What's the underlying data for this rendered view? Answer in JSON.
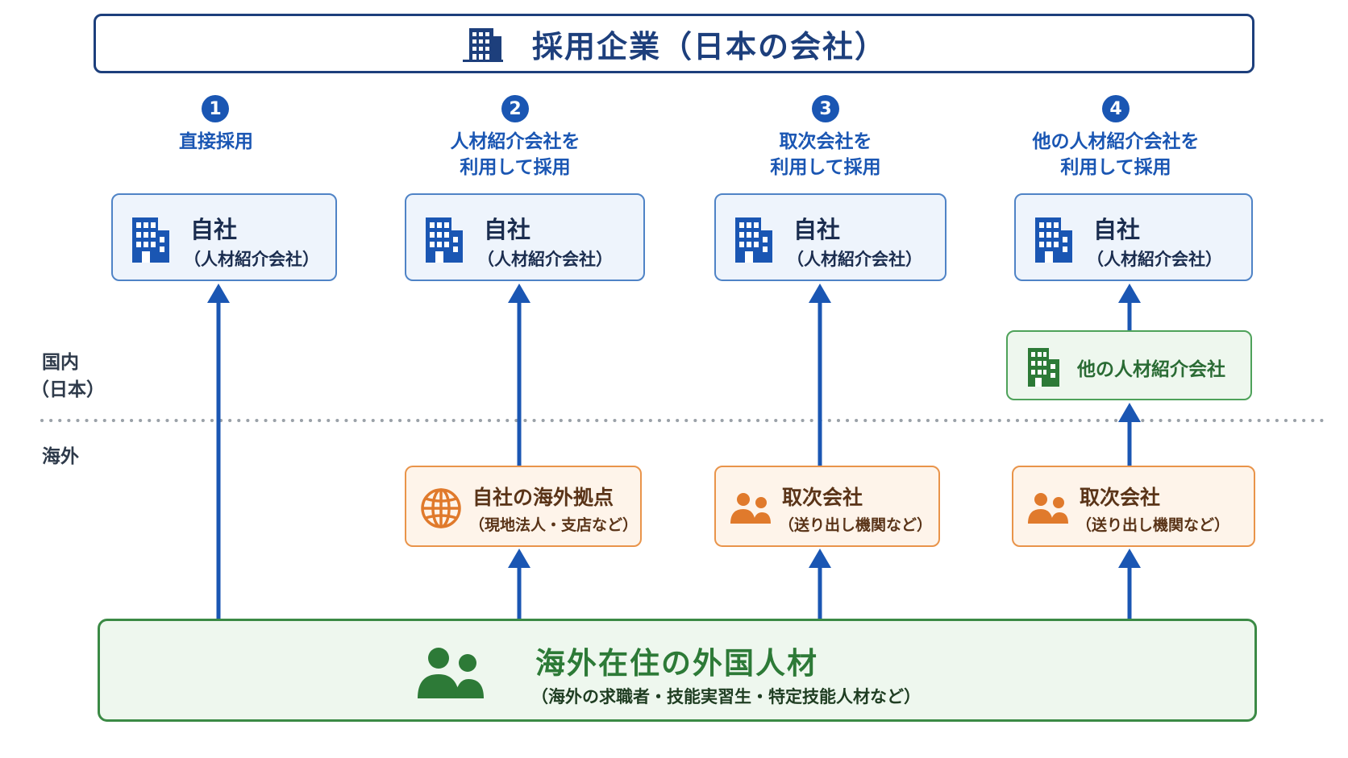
{
  "header": {
    "title": "採用企業（日本の会社）",
    "icon": "building-icon"
  },
  "regions": {
    "domestic_line1": "国内",
    "domestic_line2": "（日本）",
    "overseas": "海外"
  },
  "routes": [
    {
      "number": "1",
      "label_line1": "直接採用",
      "label_line2": "",
      "company_title": "自社",
      "company_sub": "（人材紹介会社）"
    },
    {
      "number": "2",
      "label_line1": "人材紹介会社を",
      "label_line2": "利用して採用",
      "company_title": "自社",
      "company_sub": "（人材紹介会社）",
      "overseas_title": "自社の海外拠点",
      "overseas_sub": "（現地法人・支店など）",
      "overseas_icon": "globe-icon"
    },
    {
      "number": "3",
      "label_line1": "取次会社を",
      "label_line2": "利用して採用",
      "company_title": "自社",
      "company_sub": "（人材紹介会社）",
      "overseas_title": "取次会社",
      "overseas_sub": "（送り出し機関など）",
      "overseas_icon": "people-icon"
    },
    {
      "number": "4",
      "label_line1": "他の人材紹介会社を",
      "label_line2": "利用して採用",
      "company_title": "自社",
      "company_sub": "（人材紹介会社）",
      "agency_title": "他の人材紹介会社",
      "overseas_title": "取次会社",
      "overseas_sub": "（送り出し機関など）",
      "overseas_icon": "people-icon"
    }
  ],
  "source": {
    "title": "海外在住の外国人材",
    "sub": "（海外の求職者・技能実習生・特定技能人材など）",
    "icon": "people-icon"
  },
  "colors": {
    "navy": "#1d3f7c",
    "blue": "#1a56b3",
    "orange": "#e07a2c",
    "green": "#2d7a37",
    "divider": "#9aa1a8"
  }
}
